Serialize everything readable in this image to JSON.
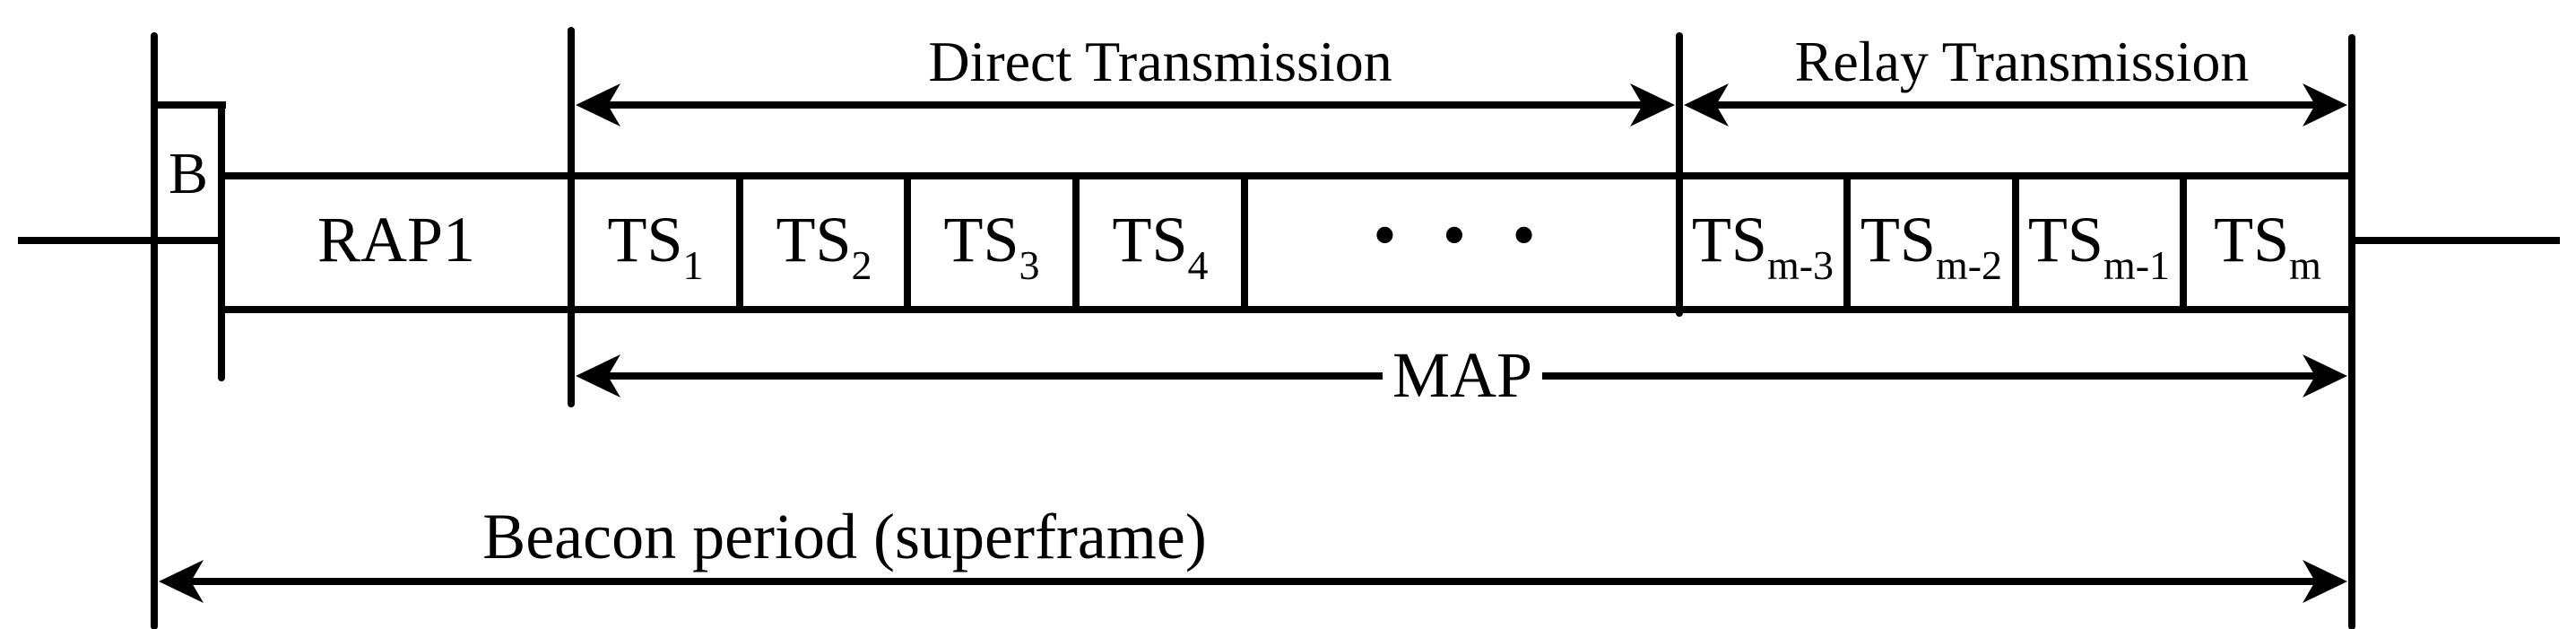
{
  "figure": {
    "sections": {
      "direct_label": "Direct Transmission",
      "relay_label": "Relay Transmission",
      "map_label": "MAP",
      "beacon_period_label": "Beacon period (superframe)"
    },
    "slots": {
      "beacon": "B",
      "rap": "RAP1",
      "direct": [
        {
          "base": "TS",
          "sub": "1"
        },
        {
          "base": "TS",
          "sub": "2"
        },
        {
          "base": "TS",
          "sub": "3"
        },
        {
          "base": "TS",
          "sub": "4"
        }
      ],
      "ellipsis": "• • •",
      "relay": [
        {
          "base": "TS",
          "sub": "m-3"
        },
        {
          "base": "TS",
          "sub": "m-2"
        },
        {
          "base": "TS",
          "sub": "m-1"
        },
        {
          "base": "TS",
          "sub": "m"
        }
      ]
    },
    "colors": {
      "ink": "#000000",
      "background": "#ffffff"
    }
  }
}
